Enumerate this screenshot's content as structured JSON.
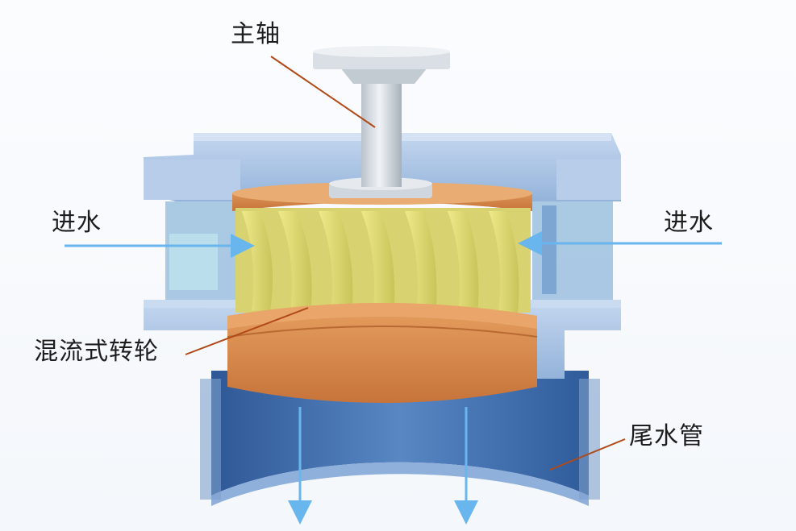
{
  "labels": {
    "main_shaft": "主轴",
    "water_inlet_left": "进水",
    "water_inlet_right": "进水",
    "runner": "混流式转轮",
    "draft_tube": "尾水管"
  },
  "colors": {
    "casing": "#a9c4e4",
    "casing_dark": "#7f9fc8",
    "runner_band": "#d88a48",
    "blades": "#e8e27a",
    "shaft": "#d7dde3",
    "draft_tube": "#3f6fb0",
    "flow_arrow": "#69b6ee",
    "leader_line": "#b04a18"
  }
}
